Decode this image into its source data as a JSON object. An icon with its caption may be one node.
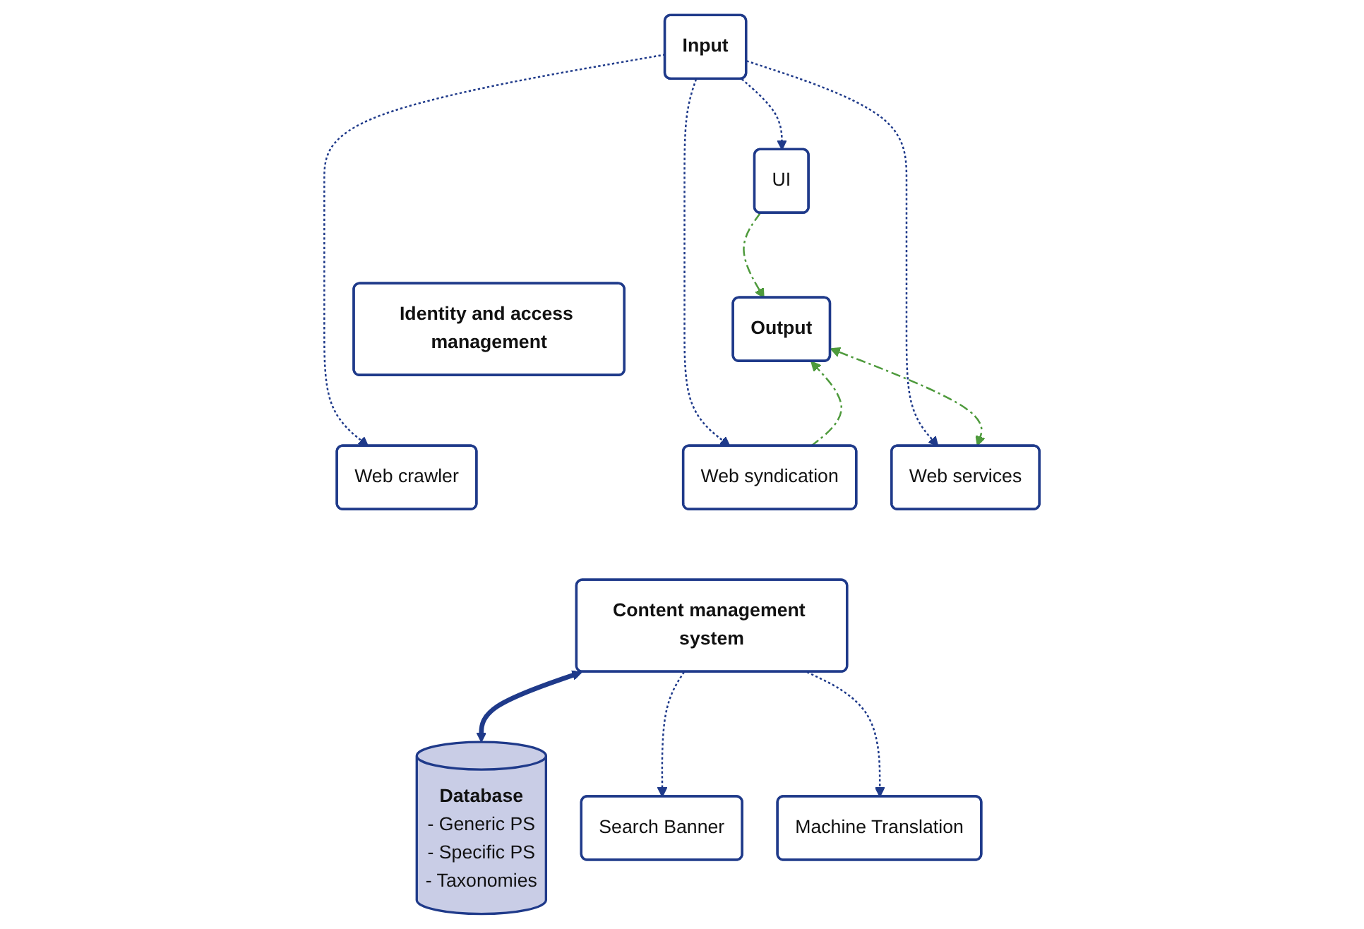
{
  "diagram": {
    "nodes": [
      {
        "text": [
          "Identity and access management"
        ]
      },
      {
        "text": [
          "Input"
        ]
      },
      {
        "text": [
          "Output"
        ]
      },
      {
        "text": [
          "Web crawler"
        ]
      },
      {
        "text": [
          "UI"
        ]
      },
      {
        "text": [
          "Web syndication"
        ]
      },
      {
        "text": [
          "Web services"
        ]
      },
      {
        "text": [
          "Content management system"
        ]
      },
      {
        "text": [
          "Search Banner"
        ]
      },
      {
        "text": [
          "Machine Translation"
        ]
      },
      {
        "text": [
          "Database",
          "- Generic PS",
          "- Specific PS",
          "- Taxonomies"
        ]
      }
    ],
    "edges": [
      {
        "from": 1,
        "to": 3,
        "arrow": "to",
        "style": "dashed"
      },
      {
        "from": 1,
        "to": 4,
        "arrow": "to",
        "style": "dashed"
      },
      {
        "from": 1,
        "to": 5,
        "arrow": "to",
        "style": "dashed"
      },
      {
        "from": 1,
        "to": 6,
        "arrow": "to",
        "style": "dashed"
      },
      {
        "from": 4,
        "to": 2,
        "arrow": "to",
        "style": "dashed",
        "color": "#4e9a3c"
      },
      {
        "from": 5,
        "to": 2,
        "arrow": "to",
        "style": "dashed",
        "color": "#4e9a3c"
      },
      {
        "from": 6,
        "to": 2,
        "arrow": "both",
        "style": "dashed",
        "color": "#4e9a3c"
      },
      {
        "from": 7,
        "to": 10,
        "arrow": "both",
        "style": "thick"
      },
      {
        "from": 7,
        "to": 8,
        "arrow": "to",
        "style": "dashed"
      },
      {
        "from": 7,
        "to": 9,
        "arrow": "to",
        "style": "dashed"
      }
    ]
  }
}
